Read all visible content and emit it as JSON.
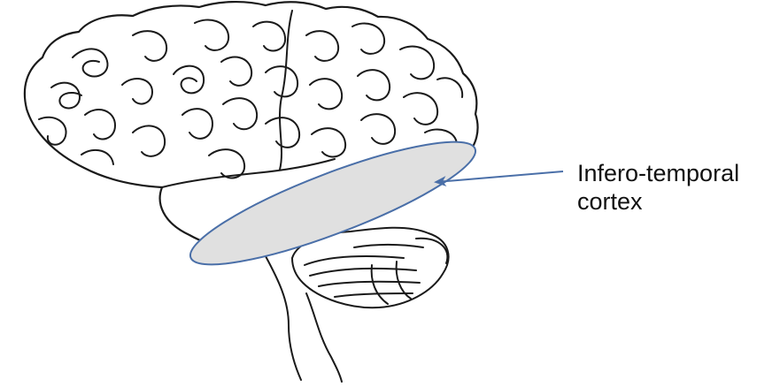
{
  "diagram": {
    "label": {
      "line1": "Infero-temporal",
      "line2": "cortex"
    },
    "colors": {
      "outline": "#1a1a1a",
      "region_fill": "#e0e0e0",
      "region_stroke": "#4a6fa8",
      "arrow": "#4a6fa8"
    },
    "icons": {
      "brain": "brain-illustration",
      "region": "highlighted-ellipse",
      "pointer": "arrow"
    }
  }
}
